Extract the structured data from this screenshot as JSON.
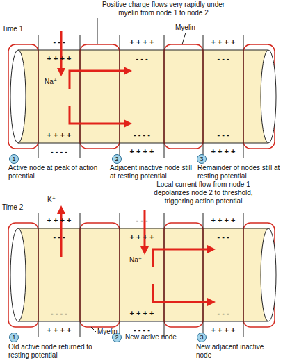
{
  "diagram": {
    "nodes": [
      {
        "text": [
          "1"
        ]
      },
      {
        "text": [
          "2"
        ]
      },
      {
        "text": [
          "3"
        ]
      },
      {
        "text": [
          "1"
        ]
      },
      {
        "text": [
          "2"
        ]
      },
      {
        "text": [
          "3"
        ]
      }
    ],
    "labels": [
      "Positive charge flows very rapidly under myelin from node 1 to node 2",
      "Time 1",
      "Myelin",
      "- - -",
      "+ + + +",
      "+ + + +",
      "- - - -",
      "Na⁺",
      "+ + + +",
      "- - -",
      "- - - -",
      "+ + + +",
      "+ + + +",
      "- - -",
      "- - -",
      "+ + + +",
      "Active node at peak of action potential",
      "Adjacent inactive node still at resting potential",
      "Remainder of nodes still at resting potential",
      "Local current flow from node 1 depolarizes node 2 to threshold, triggering action potential",
      "Time 2",
      "K⁺",
      "+ + + +",
      "- - -",
      "- - - -",
      "+ + + +",
      "Myelin",
      "- - -",
      "+ + + +",
      "+ + + +",
      "- - - -",
      "Na⁺",
      "+ + + +",
      "- - -",
      "- - -",
      "+ + + +",
      "Old active node returned to resting potential",
      "New active node",
      "New adjacent inactive node"
    ]
  }
}
